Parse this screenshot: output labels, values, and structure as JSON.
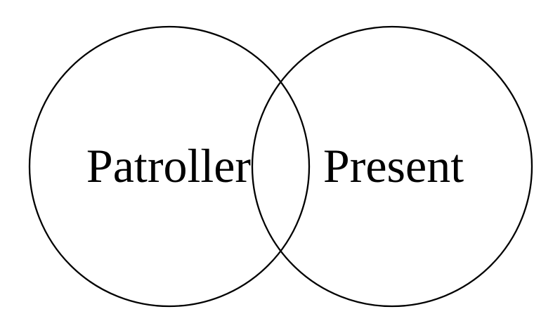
{
  "diagram": {
    "type": "venn",
    "background_color": "#ffffff",
    "stroke_color": "#000000",
    "text_color": "#000000",
    "sets": [
      {
        "label": "Patroller"
      },
      {
        "label": "Present"
      }
    ]
  }
}
